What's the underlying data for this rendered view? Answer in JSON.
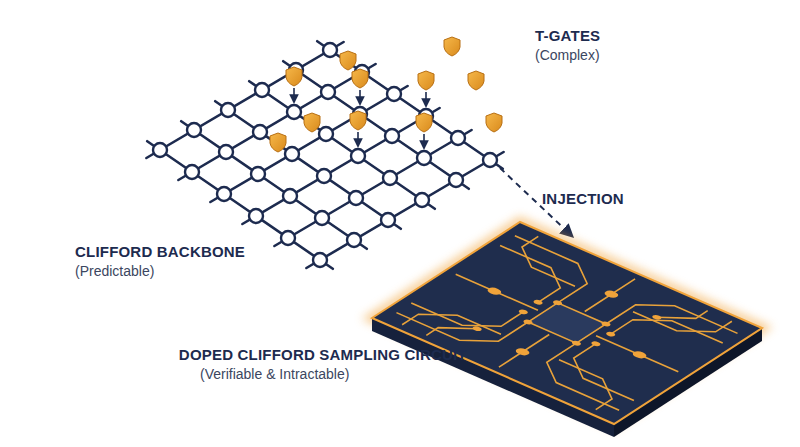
{
  "diagram": {
    "labels": [
      "T-GATES",
      "(Complex)",
      "CLIFFORD BACKBONE",
      "(Predictable)",
      "INJECTION",
      "DOPED CLIFFORD SAMPLING CIRCUIT",
      "(Verifiable & Intractable)"
    ]
  }
}
